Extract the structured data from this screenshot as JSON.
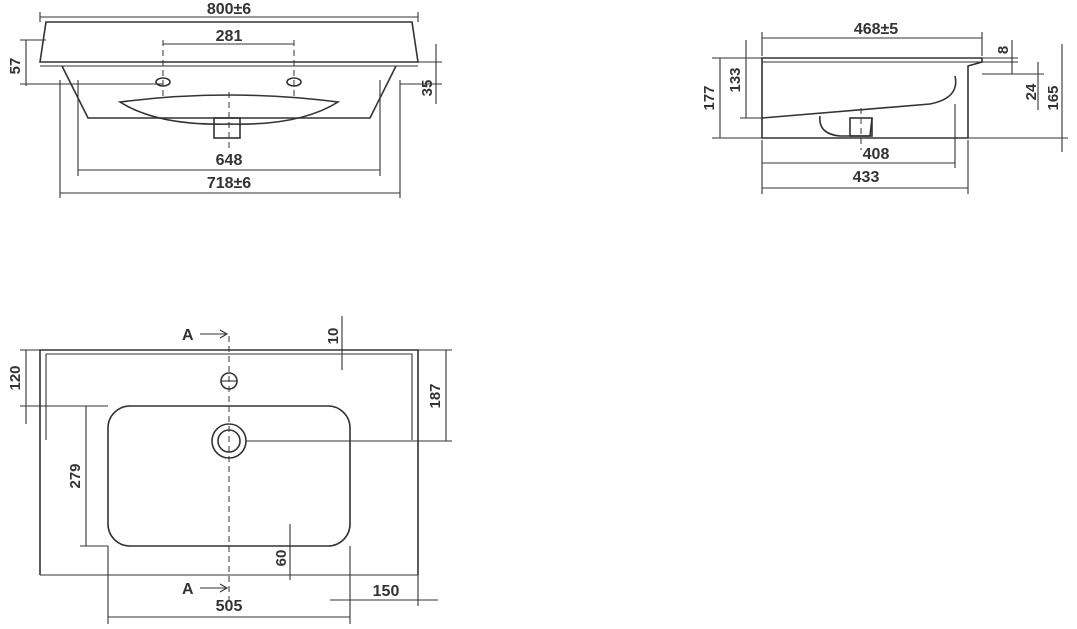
{
  "front_view": {
    "dims": {
      "overall_width": "800±6",
      "tap_hole_spacing": "281",
      "rim_height": "57",
      "rim_depth": "35",
      "bowl_width": "648",
      "base_width": "718±6"
    }
  },
  "side_view": {
    "dims": {
      "top_depth": "468±5",
      "rim_thickness": "8",
      "total_height": "177",
      "bowl_height": "133",
      "rim_step": "24",
      "right_height": "165",
      "bowl_depth": "408",
      "base_depth": "433"
    }
  },
  "top_view": {
    "section_marker": "A",
    "dims": {
      "top_offset": "10",
      "tap_hole_offset": "120",
      "drain_offset": "187",
      "bowl_depth": "279",
      "bowl_margin": "60",
      "bowl_length": "505",
      "side_margin": "150"
    }
  }
}
